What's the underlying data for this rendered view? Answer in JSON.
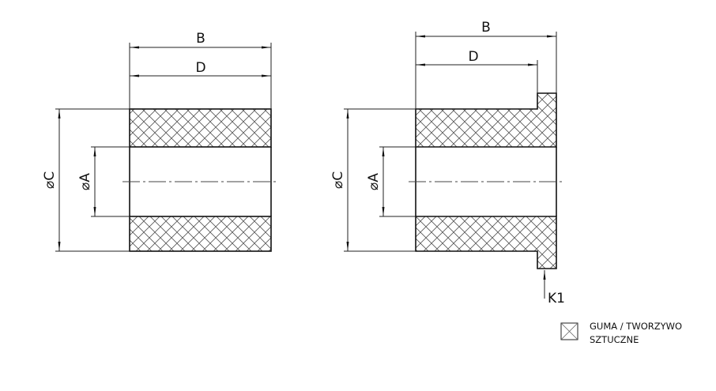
{
  "drawing": {
    "left_view": {
      "dim_b": "B",
      "dim_d": "D",
      "dim_c": "⌀C",
      "dim_a": "⌀A"
    },
    "right_view": {
      "dim_b": "B",
      "dim_d": "D",
      "dim_c": "⌀C",
      "dim_a": "⌀A",
      "callout": "K1"
    },
    "legend": {
      "line1": "GUMA / TWORZYWO",
      "line2": "SZTUCZNE",
      "icon": "crosshatch-material-icon"
    }
  }
}
